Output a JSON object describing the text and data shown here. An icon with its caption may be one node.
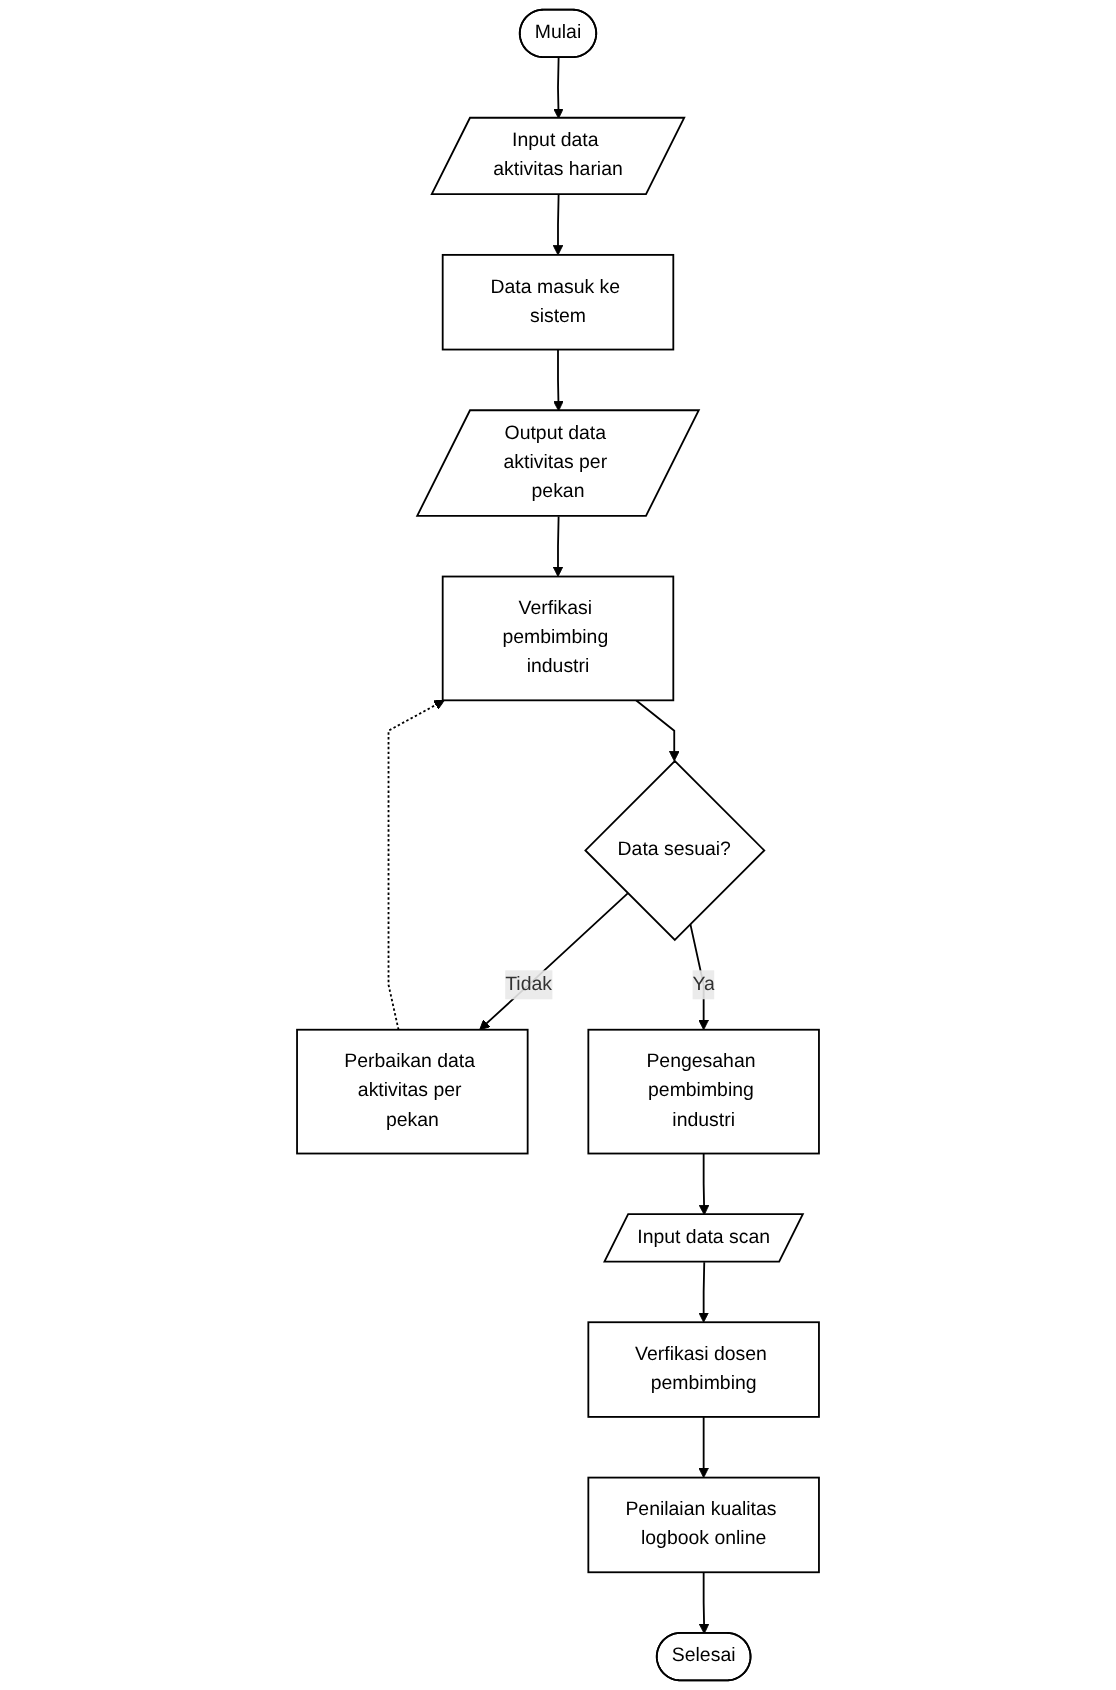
{
  "diagram": {
    "nodes": [
      {
        "text": [
          "Mulai"
        ]
      },
      {
        "text": [
          "Input data aktivitas harian"
        ]
      },
      {
        "text": [
          "Data masuk ke sistem"
        ]
      },
      {
        "text": [
          "Output data aktivitas per pekan"
        ]
      },
      {
        "text": [
          "Verfikasi pembimbing industri"
        ]
      },
      {
        "text": [
          "Perbaikan data aktivitas per pekan"
        ]
      },
      {
        "text": [
          "Data sesuai?"
        ]
      },
      {
        "text": [
          "Pengesahan pembimbing industri"
        ]
      },
      {
        "text": [
          "Input data scan"
        ]
      },
      {
        "text": [
          "Verfikasi dosen pembimbing"
        ]
      },
      {
        "text": [
          "Penilaian kualitas logbook online"
        ]
      },
      {
        "text": [
          "Selesai"
        ]
      }
    ],
    "edges": [
      {
        "from": 0,
        "to": 1,
        "arrow": "to"
      },
      {
        "from": 1,
        "to": 2,
        "arrow": "to"
      },
      {
        "from": 2,
        "to": 3,
        "arrow": "to"
      },
      {
        "from": 3,
        "to": 4,
        "arrow": "to"
      },
      {
        "from": 4,
        "to": 6,
        "arrow": "to"
      },
      {
        "from": 6,
        "to": 5,
        "arrow": "to",
        "label": "Tidak"
      },
      {
        "from": 5,
        "to": 4,
        "arrow": "to",
        "style": "dashed"
      },
      {
        "from": 6,
        "to": 7,
        "arrow": "to",
        "label": "Ya"
      },
      {
        "from": 7,
        "to": 8,
        "arrow": "to"
      },
      {
        "from": 8,
        "to": 9,
        "arrow": "to"
      },
      {
        "from": 9,
        "to": 10,
        "arrow": "to"
      },
      {
        "from": 10,
        "to": 11,
        "arrow": "to"
      }
    ]
  }
}
